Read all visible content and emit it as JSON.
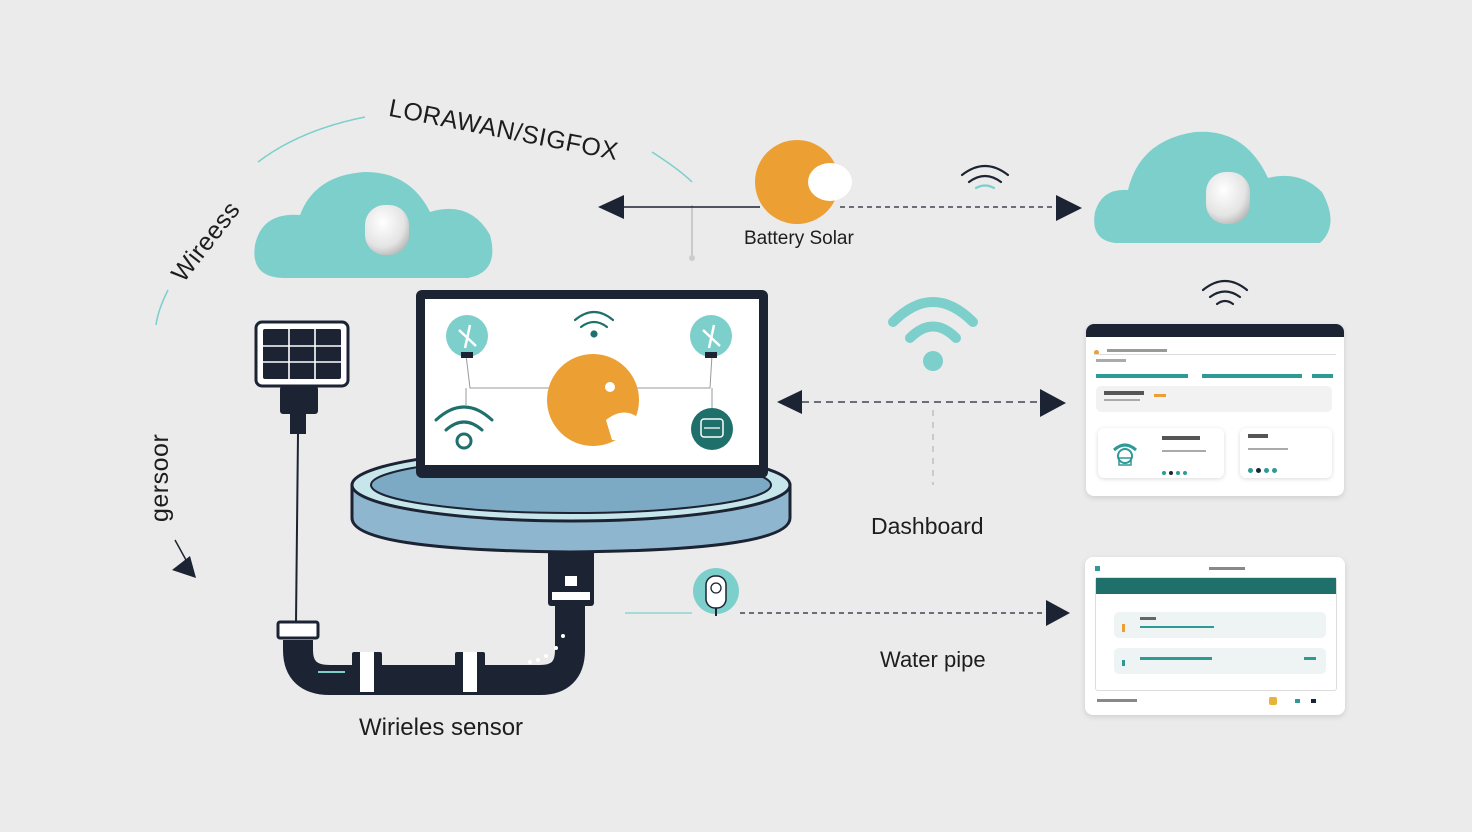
{
  "labels": {
    "protocol": "LORAWAN/SIGFOX",
    "wireless": "Wireess",
    "sensor": "gersoor",
    "battery_solar": "Battery Solar",
    "dashboard": "Dashboard",
    "water_pipe": "Water pipe",
    "wireless_sensor": "Wirieles sensor"
  },
  "colors": {
    "background": "#ebebeb",
    "teal": "#7ccfcb",
    "dark_teal": "#1f6f6b",
    "orange": "#ec9f33",
    "navy": "#1c2333",
    "pipe_blue": "#8fb6cf"
  }
}
